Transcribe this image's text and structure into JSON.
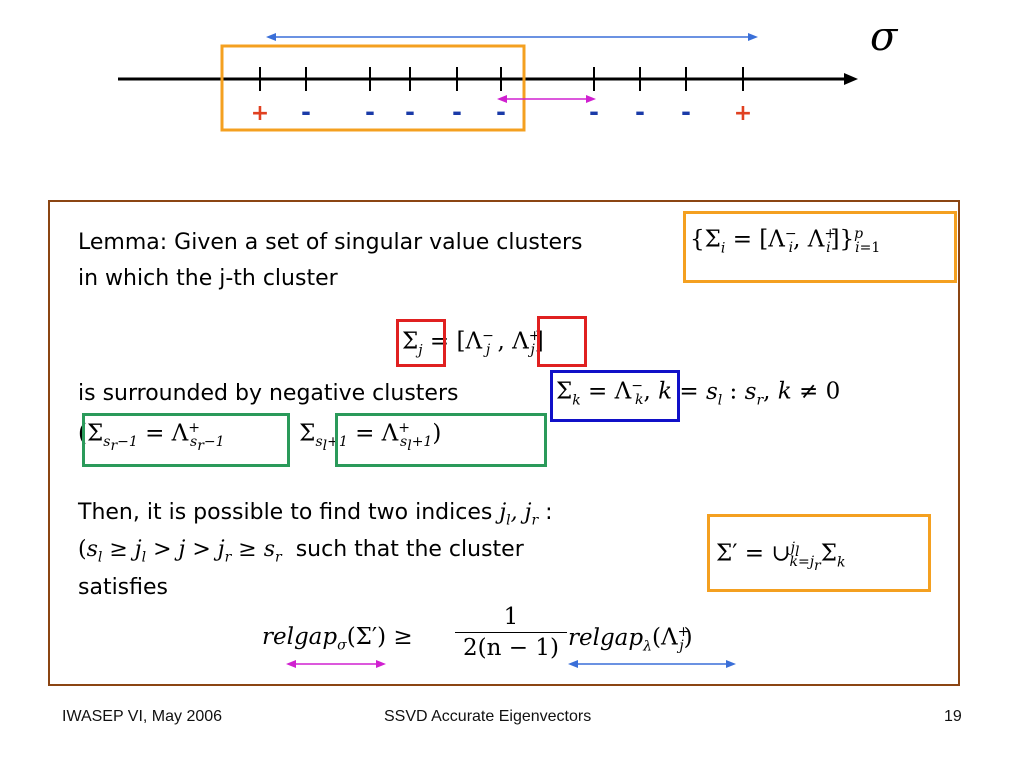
{
  "diagram": {
    "sigma_label": "σ",
    "signs": [
      "+",
      "-",
      "-",
      "-",
      "-",
      "-",
      "-",
      "-",
      "-",
      "+"
    ],
    "colors": {
      "axis": "#000000",
      "orange": "#f4a020",
      "blue_arrow": "#3a6fd8",
      "magenta_arrow": "#d020d0",
      "plus": "#e04020",
      "minus": "#1a3aa8"
    }
  },
  "lemma": {
    "line1": "Lemma:  Given a set of singular value clusters",
    "line1_math": "{Σᵢ = [Λᵢ⁻, Λᵢ⁺]}ᵢ₌₁ᵖ",
    "line2": "in which the j-th cluster",
    "line3_math_a": "Σⱼ",
    "line3_math_b": "= [Λⱼ⁻ ,",
    "line3_math_c": "Λⱼ⁺]",
    "line4": "is surrounded by negative clusters",
    "line4_box": "Σₖ = Λₖ⁻",
    "line4_tail": ", k = sₗ : sᵣ, k ≠ 0",
    "line5_open": "(",
    "line5_a": "Σₛᵣ₋₁ = Λ⁺ₛᵣ₋₁",
    "line5_b": "Σₛₗ₊₁ = Λ⁺ₛₗ₊₁",
    "line5_close": ")",
    "line6": "Then, it is possible to find two indices jₗ, jᵣ :",
    "line7": "(sₗ ≥ jₗ > j > jᵣ ≥ sᵣ  such that the cluster",
    "line7_box": "Σ′ = ∪ₖ₌ⱼᵣ^jₗ Σₖ",
    "line8": "satisfies",
    "formula_left": "relgapσ(Σ′) ≥",
    "formula_num": "1",
    "formula_den": "2(n − 1)",
    "formula_right": "relgapλ(Λⱼ⁺)"
  },
  "footer": {
    "left": "IWASEP VI, May 2006",
    "center": "SSVD Accurate Eigenvectors",
    "page": "19"
  }
}
